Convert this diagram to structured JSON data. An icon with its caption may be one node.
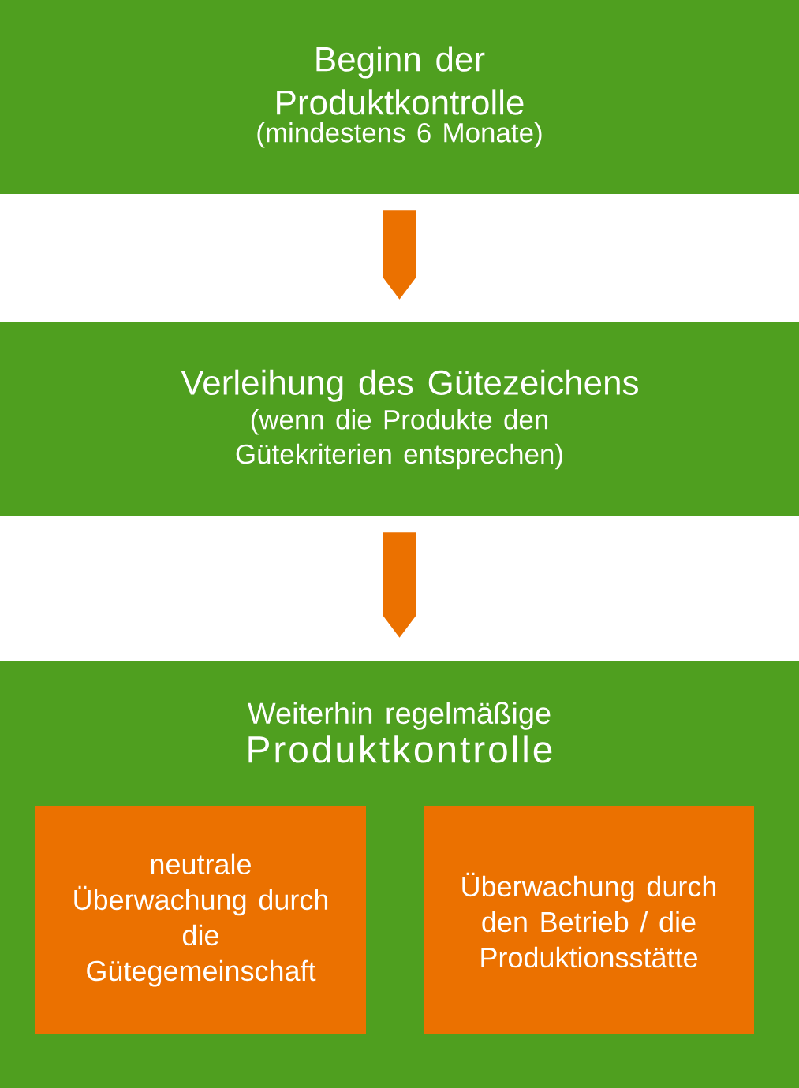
{
  "diagram": {
    "nodes": [
      {
        "text": [
          "Beginn der Produktkontrolle",
          "(mindestens 6 Monate)"
        ]
      },
      {
        "text": [
          "Verleihung des Gütezeichens",
          "(wenn die Produkte den Gütekriterien entsprechen)"
        ]
      },
      {
        "text": [
          "Weiterhin regelmäßige",
          "Produktkontrolle"
        ]
      },
      {
        "text": [
          "neutrale Überwachung durch die Gütegemeinschaft"
        ],
        "in": 2
      },
      {
        "text": [
          "Überwachung durch den Betrieb / die Produktionsstätte"
        ],
        "in": 2
      }
    ],
    "edges": [
      {
        "from": 0,
        "to": 1,
        "arrow": "to"
      },
      {
        "from": 1,
        "to": 2,
        "arrow": "to"
      }
    ]
  }
}
